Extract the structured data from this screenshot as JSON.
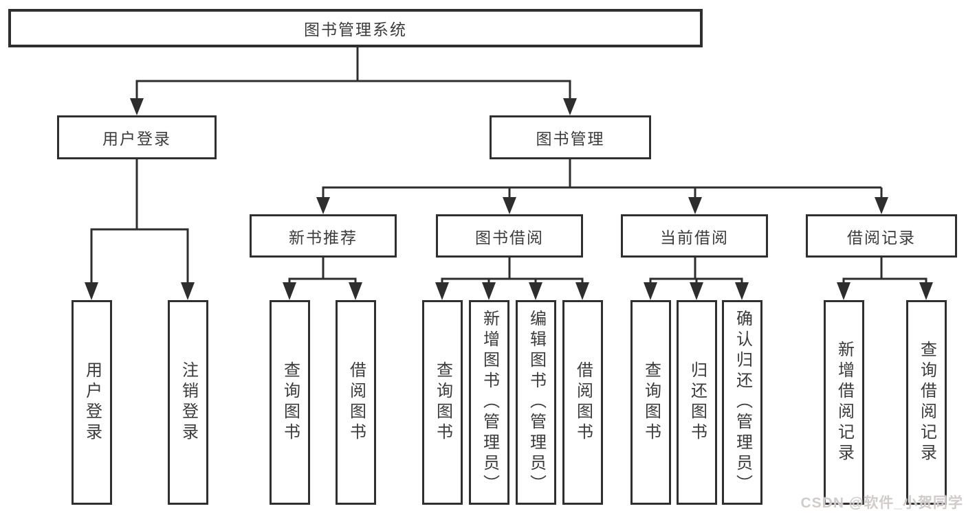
{
  "diagram": {
    "root": "图书管理系统",
    "branches": [
      {
        "label": "用户登录",
        "children": [
          "用户登录",
          "注销登录"
        ]
      },
      {
        "label": "图书管理",
        "groups": [
          {
            "label": "新书推荐",
            "children": [
              "查询图书",
              "借阅图书"
            ]
          },
          {
            "label": "图书借阅",
            "children": [
              "查询图书",
              "新增图书（管理员）",
              "编辑图书（管理员）",
              "借阅图书"
            ]
          },
          {
            "label": "当前借阅",
            "children": [
              "查询图书",
              "归还图书",
              "确认归还（管理员）"
            ]
          },
          {
            "label": "借阅记录",
            "children": [
              "新增借阅记录",
              "查询借阅记录"
            ]
          }
        ]
      }
    ]
  },
  "watermark": "CSDN @软件_小贺同学",
  "colors": {
    "line": "#2e2e2e",
    "border": "#2f2f2f",
    "text": "#3b3b3b",
    "watermark": "#cfc8c8",
    "background": "#ffffff"
  }
}
